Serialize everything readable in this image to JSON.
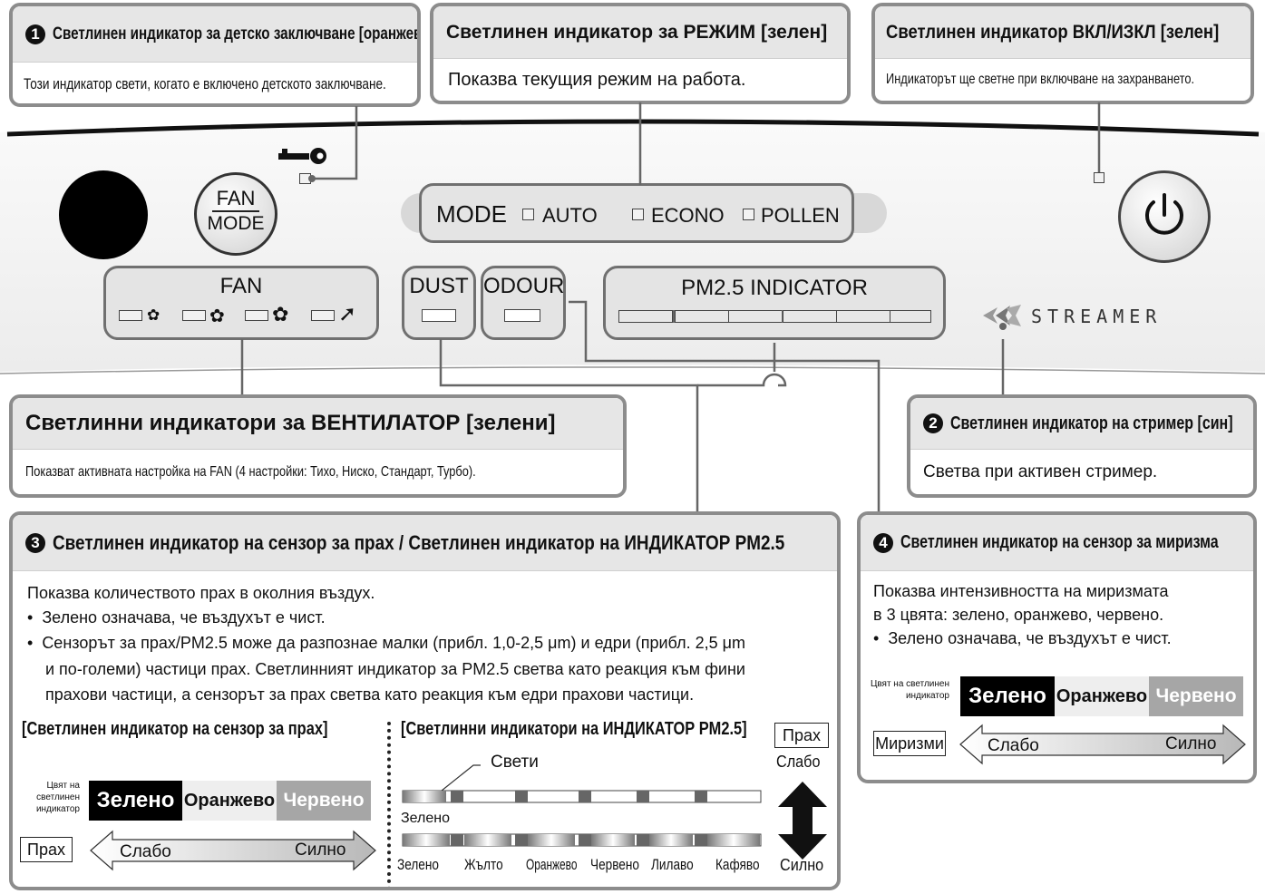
{
  "callouts": {
    "child_lock": {
      "number": "1",
      "title": "Светлинен индикатор за детско заключване [оранжев]",
      "text": "Този индикатор свети, когато е включено детското заключване."
    },
    "mode": {
      "title": "Светлинен индикатор за РЕЖИМ [зелен]",
      "text": "Показва текущия режим на работа."
    },
    "power": {
      "title": "Светлинен индикатор ВКЛ/ИЗКЛ [зелен]",
      "text": "Индикаторът ще светне при включване на захранването."
    },
    "fan": {
      "title": "Светлинни индикатори за ВЕНТИЛАТОР [зелени]",
      "text": "Показват активната настройка на FAN (4 настройки: Тихо, Ниско, Стандарт, Турбо)."
    },
    "streamer": {
      "number": "2",
      "title": "Светлинен индикатор на стример [син]",
      "text": "Светва при активен стример."
    },
    "dust": {
      "number": "3",
      "title": "Светлинен индикатор на сензор за прах / Светлинен индикатор на ИНДИКАТОР PM2.5",
      "intro": "Показва количеството прах в околния въздух.",
      "bullet1": "Зелено означава, че въздухът е чист.",
      "bullet2_line1": "Сензорът за прах/PM2.5 може да разпознае малки (прибл. 1,0-2,5 μm) и едри (прибл. 2,5 μm",
      "bullet2_line2": "и по-големи) частици прах. Светлинният индикатор за PM2.5 светва като реакция към фини",
      "bullet2_line3": "прахови частици, а сензорът за прах светва като реакция към едри прахови частици.",
      "sub_left_title": "[Светлинен индикатор на сензор за прах]",
      "sub_right_title": "[Светлинни индикатори на ИНДИКАТОР PM2.5]",
      "lamp_color_label": "Цвят на светлинен индикатор",
      "colors": [
        "Зелено",
        "Оранжево",
        "Червено"
      ],
      "dust_label": "Прах",
      "weak": "Слабо",
      "strong": "Силно",
      "lights": "Свети",
      "green": "Зелено",
      "pm_colors": [
        "Зелено",
        "Жълто",
        "Оранжево",
        "Червено",
        "Лилаво",
        "Кафяво"
      ],
      "right_dust": "Прах",
      "right_weak": "Слабо",
      "right_strong": "Силно"
    },
    "odour": {
      "number": "4",
      "title": "Светлинен индикатор на сензор за миризма",
      "text1": "Показва интензивността на миризмата",
      "text2": "в 3 цвята: зелено, оранжево, червено.",
      "bullet": "Зелено означава, че въздухът е чист.",
      "lamp_color_label": "Цвят на светлинен индикатор",
      "colors": [
        "Зелено",
        "Оранжево",
        "Червено"
      ],
      "odour_label": "Миризми",
      "weak": "Слабо",
      "strong": "Силно"
    }
  },
  "panel": {
    "fan_mode_top": "FAN",
    "fan_mode_bottom": "MODE",
    "mode_label": "MODE",
    "modes": [
      "AUTO",
      "ECONO",
      "POLLEN"
    ],
    "fan_label": "FAN",
    "dust_label": "DUST",
    "odour_label": "ODOUR",
    "pm_label": "PM2.5  INDICATOR",
    "streamer_label": "STREAMER"
  },
  "colors": {
    "callout_border": "#8c8c8c",
    "header_bg": "#e6e6e6",
    "panel_box": "#e4e4e4",
    "green_swatch": "#000000",
    "orange_swatch": "#eeeeee",
    "red_swatch": "#a6a6a6"
  }
}
